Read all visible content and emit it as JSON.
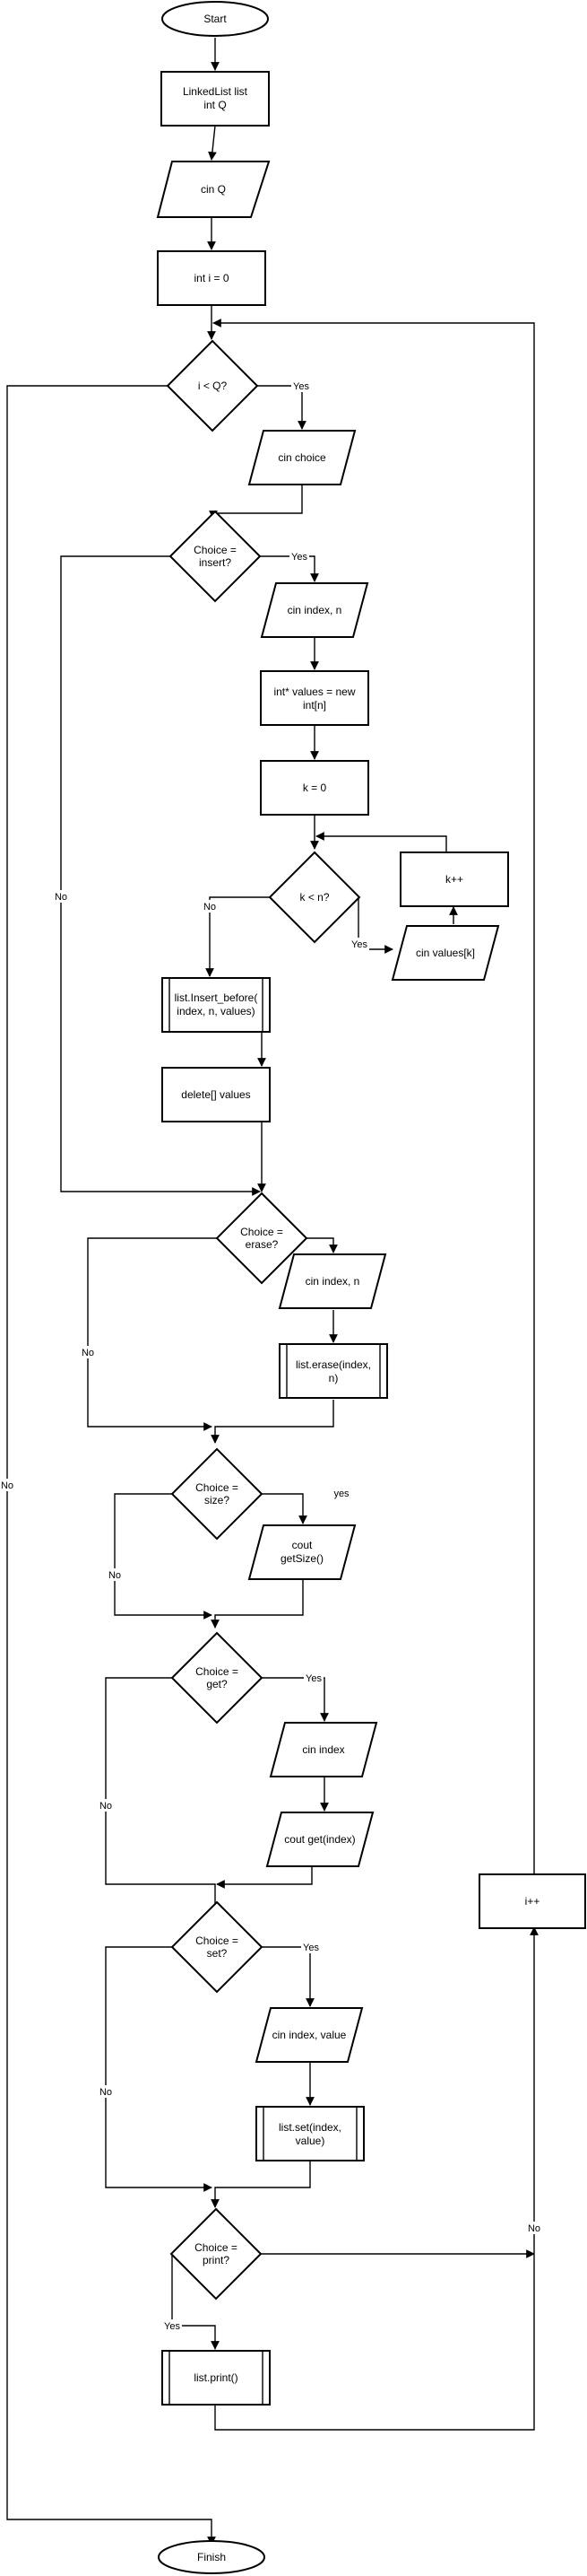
{
  "nodes": {
    "start": "Start",
    "decl": [
      "LinkedList list",
      "int Q"
    ],
    "cin_q": "cin Q",
    "init_i": "int i = 0",
    "cond_i": "i < Q?",
    "cin_choice": "cin choice",
    "cond_insert": [
      "Choice =",
      "insert?"
    ],
    "cin_index_n": "cin index, n",
    "new_values": [
      "int* values = new",
      "int[n]"
    ],
    "init_k": "k = 0",
    "cond_k": "k < n?",
    "cin_values_k": "cin values[k]",
    "k_inc": "k++",
    "insert_before": [
      "list.Insert_before(",
      "index, n, values)"
    ],
    "delete_values": "delete[] values",
    "cond_erase": [
      "Choice =",
      "erase?"
    ],
    "cin_index_n2": "cin index, n",
    "erase_call": [
      "list.erase(index,",
      "n)"
    ],
    "cond_size": [
      "Choice =",
      "size?"
    ],
    "cout_size": [
      "cout",
      "getSize()"
    ],
    "cond_get": [
      "Choice =",
      "get?"
    ],
    "cin_index": "cin index",
    "cout_get": "cout get(index)",
    "cond_set": [
      "Choice =",
      "set?"
    ],
    "cin_index_value": "cin index, value",
    "set_call": [
      "list.set(index,",
      "value)"
    ],
    "cond_print": [
      "Choice =",
      "print?"
    ],
    "print_call": "list.print()",
    "i_inc": "i++",
    "finish": "Finish"
  },
  "edge_labels": {
    "i_yes": "Yes",
    "i_no": "No",
    "insert_yes": "Yes",
    "insert_no": "No",
    "k_yes": "Yes",
    "k_no": "No",
    "erase_no": "No",
    "size_yes": "yes",
    "size_no": "No",
    "get_yes": "Yes",
    "get_no": "No",
    "set_yes": "Yes",
    "set_no": "No",
    "print_yes": "Yes",
    "print_no": "No"
  }
}
